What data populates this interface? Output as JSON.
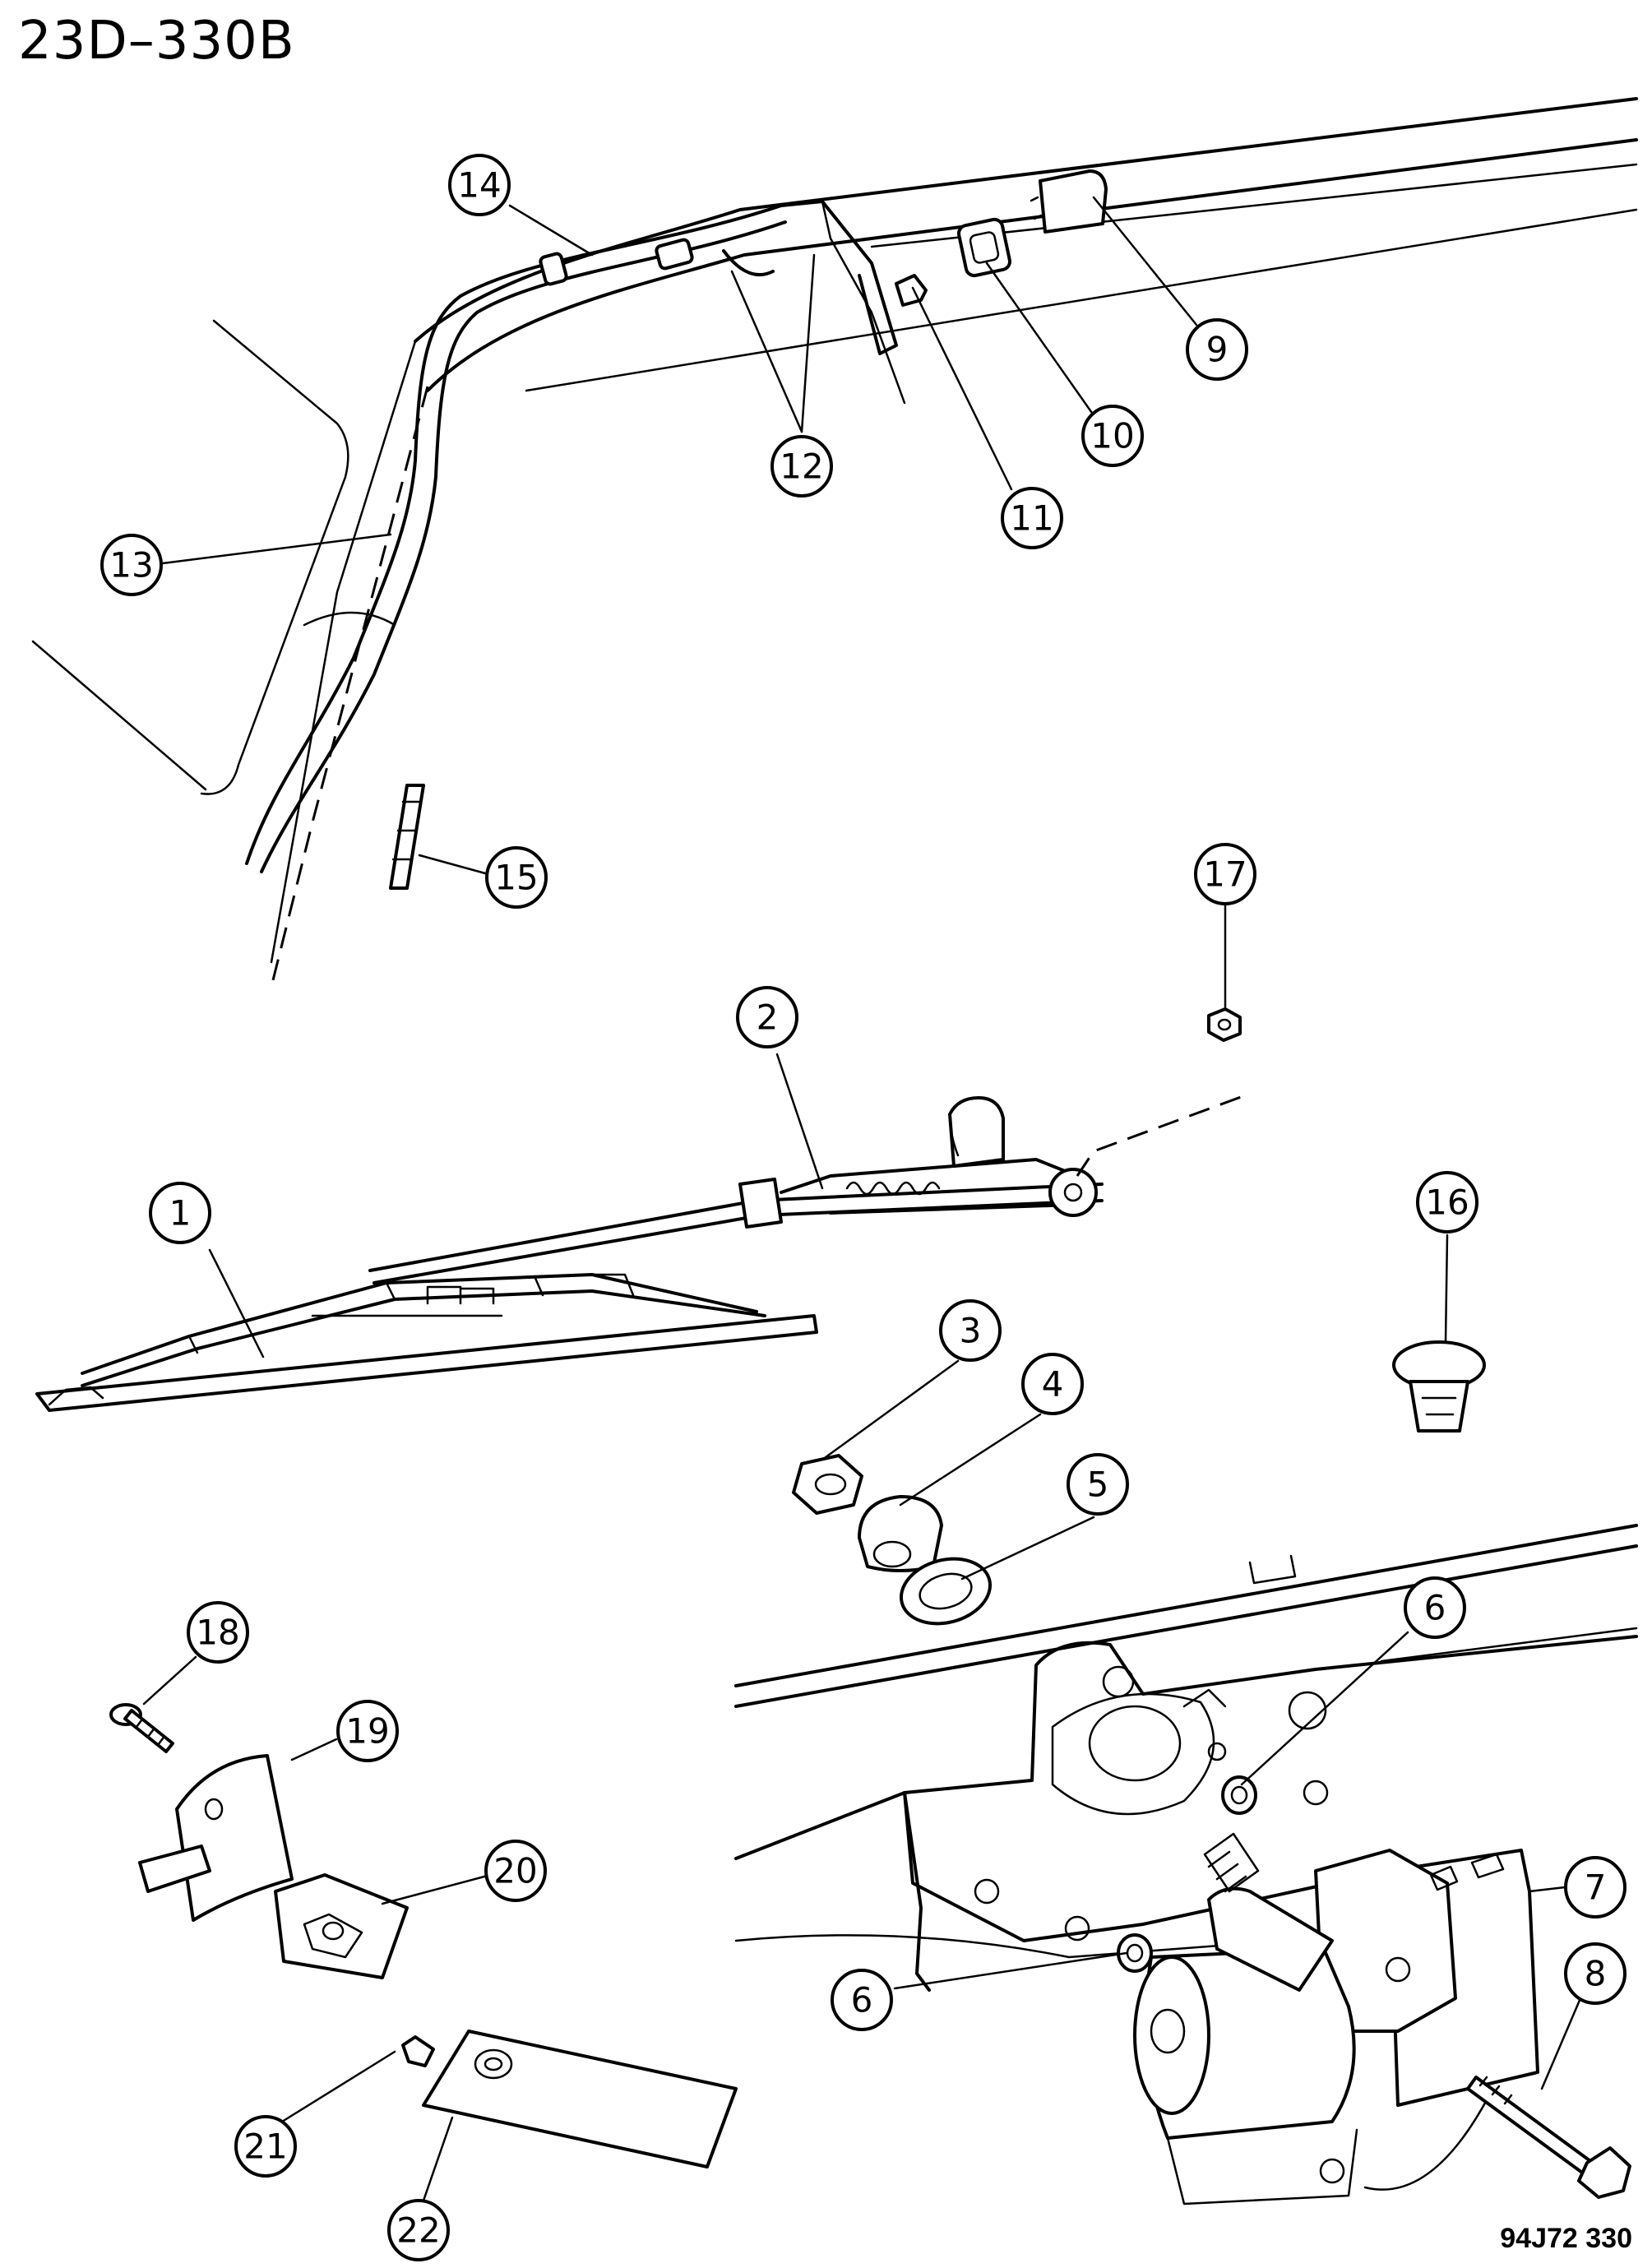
{
  "header": {
    "code": "23D–330B"
  },
  "footer": {
    "figure_id": "94J72 330"
  },
  "callouts": [
    {
      "id": "c1",
      "label": "1"
    },
    {
      "id": "c2",
      "label": "2"
    },
    {
      "id": "c3",
      "label": "3"
    },
    {
      "id": "c4",
      "label": "4"
    },
    {
      "id": "c5",
      "label": "5"
    },
    {
      "id": "c6a",
      "label": "6"
    },
    {
      "id": "c6b",
      "label": "6"
    },
    {
      "id": "c7",
      "label": "7"
    },
    {
      "id": "c8",
      "label": "8"
    },
    {
      "id": "c9",
      "label": "9"
    },
    {
      "id": "c10",
      "label": "10"
    },
    {
      "id": "c11",
      "label": "11"
    },
    {
      "id": "c12",
      "label": "12"
    },
    {
      "id": "c13",
      "label": "13"
    },
    {
      "id": "c14",
      "label": "14"
    },
    {
      "id": "c15",
      "label": "15"
    },
    {
      "id": "c16",
      "label": "16"
    },
    {
      "id": "c17",
      "label": "17"
    },
    {
      "id": "c18",
      "label": "18"
    },
    {
      "id": "c19",
      "label": "19"
    },
    {
      "id": "c20",
      "label": "20"
    },
    {
      "id": "c21",
      "label": "21"
    },
    {
      "id": "c22",
      "label": "22"
    }
  ]
}
